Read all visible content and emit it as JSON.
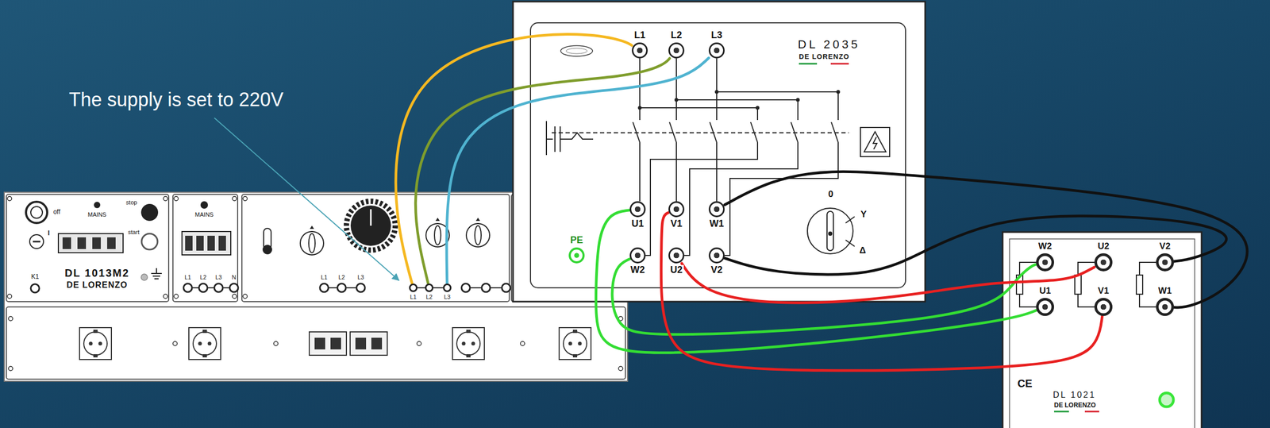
{
  "diagram": {
    "nodes": [
      {
        "text": [
          "DL 1013M2",
          "DE LORENZO"
        ]
      },
      {
        "text": [
          "L1"
        ],
        "in": 0
      },
      {
        "text": [
          "L2"
        ],
        "in": 0
      },
      {
        "text": [
          "L3"
        ],
        "in": 0
      },
      {
        "text": [
          "DL 2035",
          "DE LORENZO"
        ]
      },
      {
        "text": [
          "L1"
        ],
        "in": 4
      },
      {
        "text": [
          "L2"
        ],
        "in": 4
      },
      {
        "text": [
          "L3"
        ],
        "in": 4
      },
      {
        "text": [
          "U1"
        ],
        "in": 4
      },
      {
        "text": [
          "V1"
        ],
        "in": 4
      },
      {
        "text": [
          "W1"
        ],
        "in": 4
      },
      {
        "text": [
          "W2"
        ],
        "in": 4
      },
      {
        "text": [
          "U2"
        ],
        "in": 4
      },
      {
        "text": [
          "V2"
        ],
        "in": 4
      },
      {
        "text": [
          "PE"
        ],
        "in": 4
      },
      {
        "text": [
          "DL 1021",
          "DE LORENZO"
        ]
      },
      {
        "text": [
          "W2"
        ],
        "in": 15
      },
      {
        "text": [
          "U2"
        ],
        "in": 15
      },
      {
        "text": [
          "V2"
        ],
        "in": 15
      },
      {
        "text": [
          "U1"
        ],
        "in": 15
      },
      {
        "text": [
          "V1"
        ],
        "in": 15
      },
      {
        "text": [
          "W1"
        ],
        "in": 15
      }
    ],
    "edges": [
      {
        "from": 1,
        "to": 5,
        "arrow": "none"
      },
      {
        "from": 2,
        "to": 6,
        "arrow": "none"
      },
      {
        "from": 3,
        "to": 7,
        "arrow": "none"
      },
      {
        "from": 8,
        "to": 19,
        "arrow": "none"
      },
      {
        "from": 11,
        "to": 16,
        "arrow": "none"
      },
      {
        "from": 9,
        "to": 20,
        "arrow": "none"
      },
      {
        "from": 12,
        "to": 17,
        "arrow": "none"
      },
      {
        "from": 10,
        "to": 21,
        "arrow": "none"
      },
      {
        "from": 13,
        "to": 18,
        "arrow": "none"
      }
    ],
    "labels": [
      "The supply is set to 220V",
      "off",
      "MAINS",
      "stop",
      "start",
      "I",
      "K1",
      "MAINS",
      "L1",
      "L2",
      "L3",
      "N",
      "L1",
      "L2",
      "L3",
      "0",
      "Y",
      "Δ",
      "CE"
    ]
  }
}
